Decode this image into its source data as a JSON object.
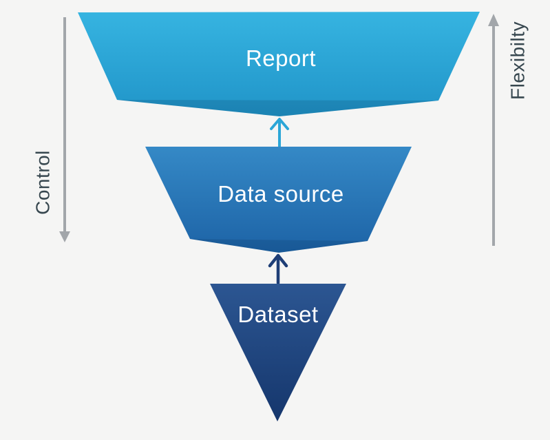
{
  "page": {
    "background": "#f5f5f4"
  },
  "funnel": {
    "levels": [
      {
        "label": "Report",
        "color_top": "#36b4e1",
        "color_bottom": "#2094c8"
      },
      {
        "label": "Data source",
        "color_top": "#3589c6",
        "color_bottom": "#1d63a6"
      },
      {
        "label": "Dataset",
        "color_top": "#2c5692",
        "color_bottom": "#15366c"
      }
    ],
    "label_color": "#ffffff"
  },
  "arrows": {
    "report_arrow": {
      "name": "up-arrow-datasource-to-report",
      "color": "#2ba6d7"
    },
    "dataset_arrow": {
      "name": "up-arrow-dataset-to-datasource",
      "color": "#1e3e76"
    }
  },
  "axes": {
    "left": {
      "label": "Control",
      "direction": "down"
    },
    "right": {
      "label": "Flexibilty",
      "direction": "up"
    },
    "line_color": "#a2a6aa",
    "text_color": "#37474f"
  }
}
